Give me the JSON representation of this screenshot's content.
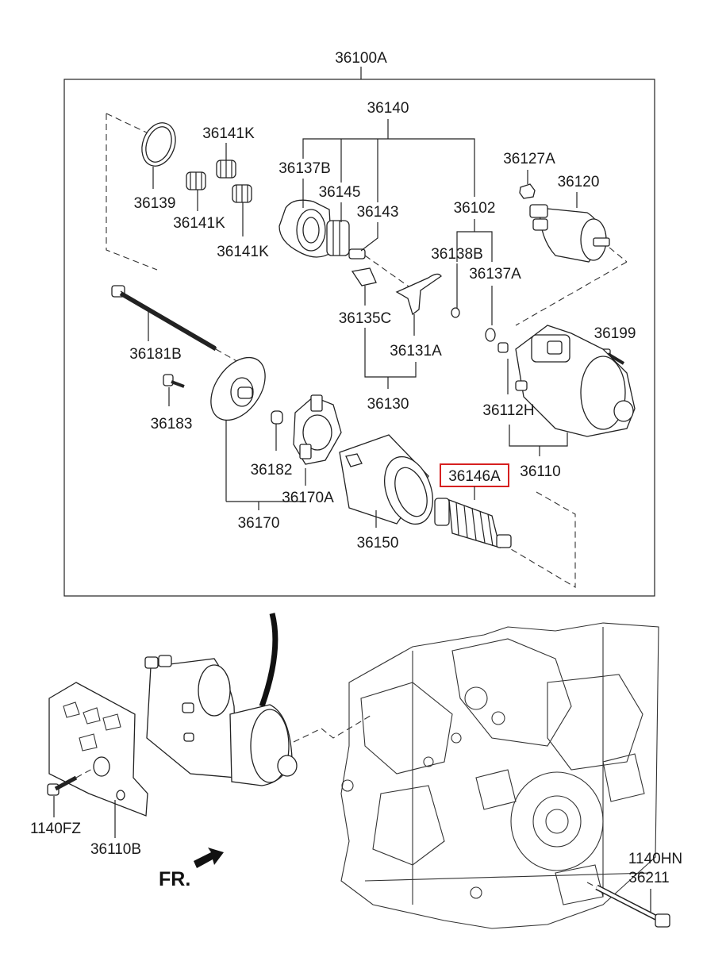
{
  "diagram": {
    "labels": {
      "assembly": "36100A",
      "drive_group": "36140",
      "ring_36139": "36139",
      "gear_36141k_a": "36141K",
      "gear_36141k_b": "36141K",
      "gear_36141k_c": "36141K",
      "clutch_36137b": "36137B",
      "pinion_36145": "36145",
      "shaft_36143": "36143",
      "group_36102": "36102",
      "plate_36138b": "36138B",
      "washer_36137a": "36137A",
      "nut_36127a": "36127A",
      "solenoid_36120": "36120",
      "bolt_36181b": "36181B",
      "bolt_36199": "36199",
      "clip_36135c": "36135C",
      "lever_36131a": "36131A",
      "lever_group_36130": "36130",
      "bushing_36112h": "36112H",
      "screw_36183": "36183",
      "bushing_36182": "36182",
      "brush_36170a": "36170A",
      "armature_36146a": "36146A",
      "housing_36110": "36110",
      "endframe_group_36170": "36170",
      "yoke_36150": "36150",
      "bolt_1140fz": "1140FZ",
      "shield_36110b": "36110B",
      "bolt_1140hn": "1140HN",
      "bolt_36211": "36211",
      "front_indicator": "FR."
    },
    "highlighted_part": "36146A",
    "colors": {
      "highlight_box": "#d62020",
      "line": "#222222"
    }
  }
}
